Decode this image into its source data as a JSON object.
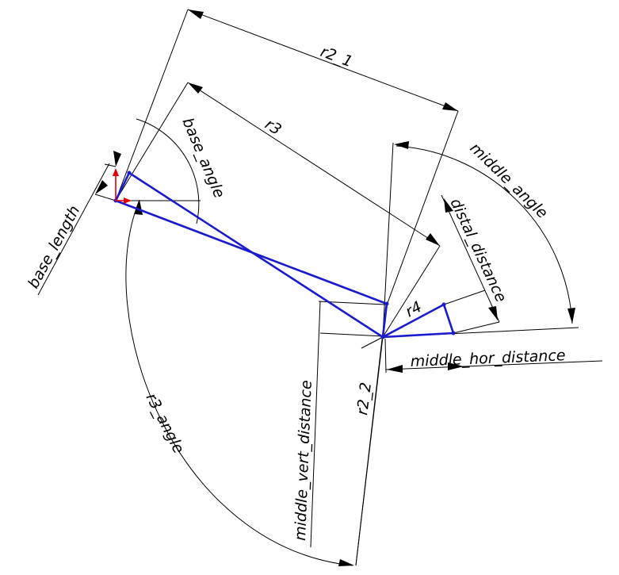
{
  "colors": {
    "dimension": "#000000",
    "linkage": "#1a1acf",
    "base_frame": "#e00000",
    "background": "#ffffff"
  },
  "labels": {
    "r2_1": "r2_1",
    "r3": "r3",
    "base_angle": "base_angle",
    "base_length": "base_length",
    "middle_angle": "middle_angle",
    "distal_distance": "distal_distance",
    "r4": "r4",
    "middle_hor_distance": "middle_hor_distance",
    "r2_2": "r2_2",
    "middle_vert_distance": "middle_vert_distance",
    "r3_angle": "r3_angle"
  }
}
